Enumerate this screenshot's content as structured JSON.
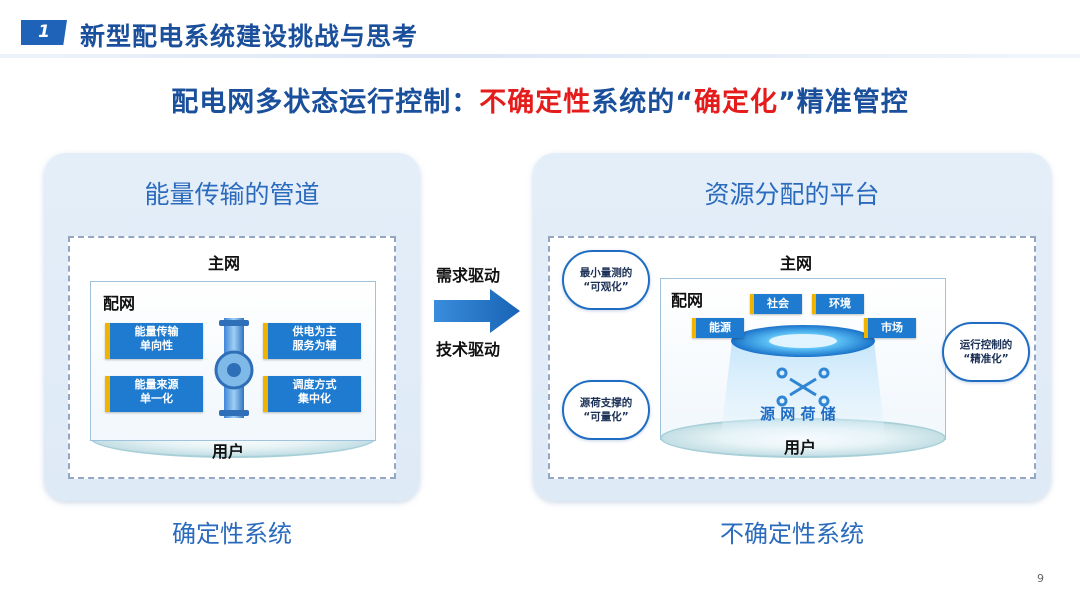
{
  "header": {
    "section_number": "1",
    "title": "新型配电系统建设挑战与思考"
  },
  "subtitle": {
    "part1": "配电网多状态运行控制：",
    "part2_red": "不确定性",
    "part3": "系统的“",
    "part4_red": "确定化",
    "part5": "”精准管控"
  },
  "left_panel": {
    "title": "能量传输的管道",
    "main_grid": "主网",
    "distribution_net": "配网",
    "tags": {
      "t1_line1": "能量传输",
      "t1_line2": "单向性",
      "t2_line1": "供电为主",
      "t2_line2": "服务为辅",
      "t3_line1": "能量来源",
      "t3_line2": "单一化",
      "t4_line1": "调度方式",
      "t4_line2": "集中化"
    },
    "user": "用户",
    "caption": "确定性系统"
  },
  "middle": {
    "top_label": "需求驱动",
    "bottom_label": "技术驱动"
  },
  "right_panel": {
    "title": "资源分配的平台",
    "main_grid": "主网",
    "distribution_net": "配网",
    "tags": {
      "energy": "能源",
      "society": "社会",
      "environment": "环境",
      "market": "市场"
    },
    "core_label": "源 网 荷 储",
    "user": "用户",
    "pills": {
      "p1_line1": "最小量测的",
      "p1_line2": "“可观化”",
      "p2_line1": "源荷支撑的",
      "p2_line2": "“可量化”",
      "p3_line1": "运行控制的",
      "p3_line2": "“精准化”"
    },
    "caption": "不确定性系统"
  },
  "page_number": "9",
  "colors": {
    "brand_blue": "#1a4f9c",
    "accent_red": "#e51c1c",
    "tag_blue": "#1e7bd0",
    "tag_gold": "#f0b400"
  }
}
